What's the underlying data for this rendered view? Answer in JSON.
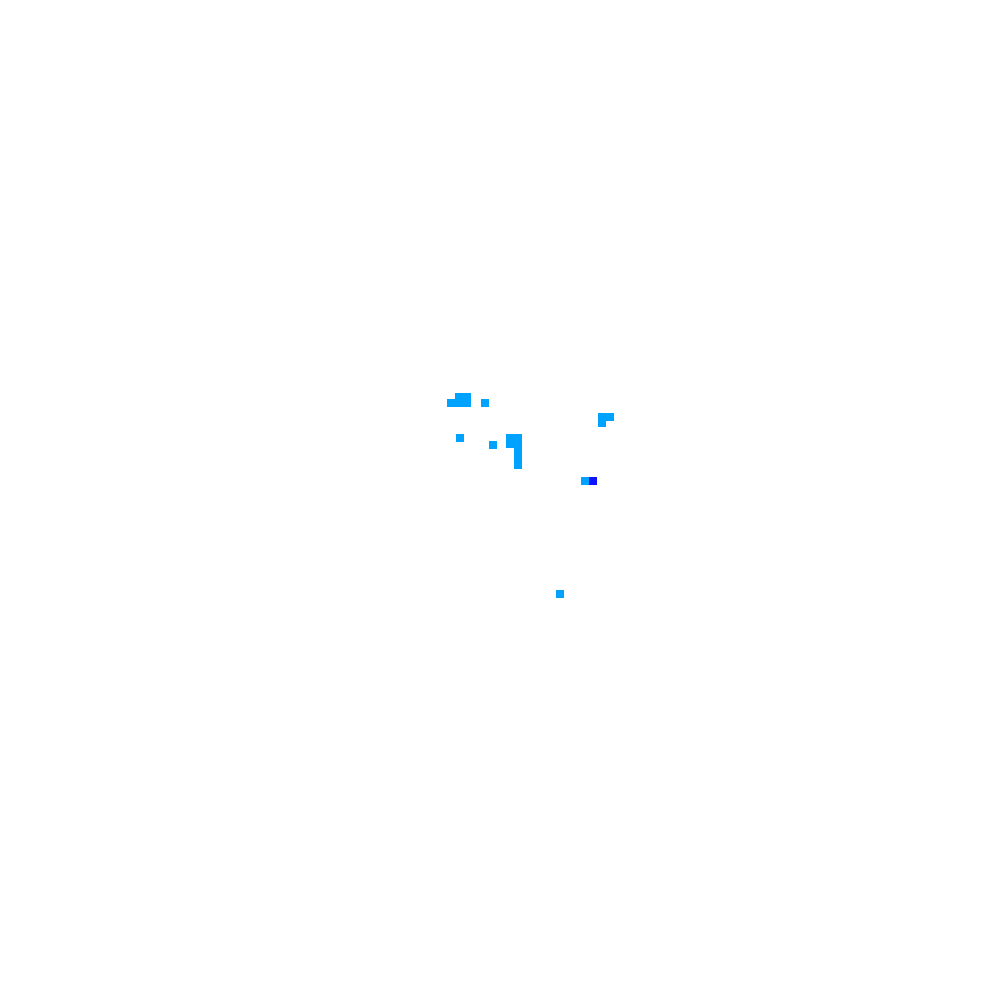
{
  "background_color": "#ffffff",
  "cell_colors": {
    "light": "#00a2ff",
    "dark": "#0a14ff"
  },
  "cells": [
    {
      "id": "c1",
      "color": "light"
    },
    {
      "id": "c2",
      "color": "light"
    },
    {
      "id": "c3",
      "color": "light"
    },
    {
      "id": "c4",
      "color": "light"
    },
    {
      "id": "c5",
      "color": "light"
    },
    {
      "id": "c6",
      "color": "light"
    },
    {
      "id": "c7",
      "color": "light"
    },
    {
      "id": "c8",
      "color": "light"
    },
    {
      "id": "c9",
      "color": "light"
    },
    {
      "id": "c10",
      "color": "light"
    },
    {
      "id": "c11",
      "color": "light"
    },
    {
      "id": "c12",
      "color": "light"
    },
    {
      "id": "c13",
      "color": "light"
    },
    {
      "id": "c14",
      "color": "light"
    },
    {
      "id": "c15",
      "color": "light"
    },
    {
      "id": "c16",
      "color": "light"
    },
    {
      "id": "c17",
      "color": "light"
    },
    {
      "id": "c18",
      "color": "light"
    },
    {
      "id": "c19",
      "color": "light"
    },
    {
      "id": "c20",
      "color": "dark"
    },
    {
      "id": "c21",
      "color": "light"
    }
  ]
}
